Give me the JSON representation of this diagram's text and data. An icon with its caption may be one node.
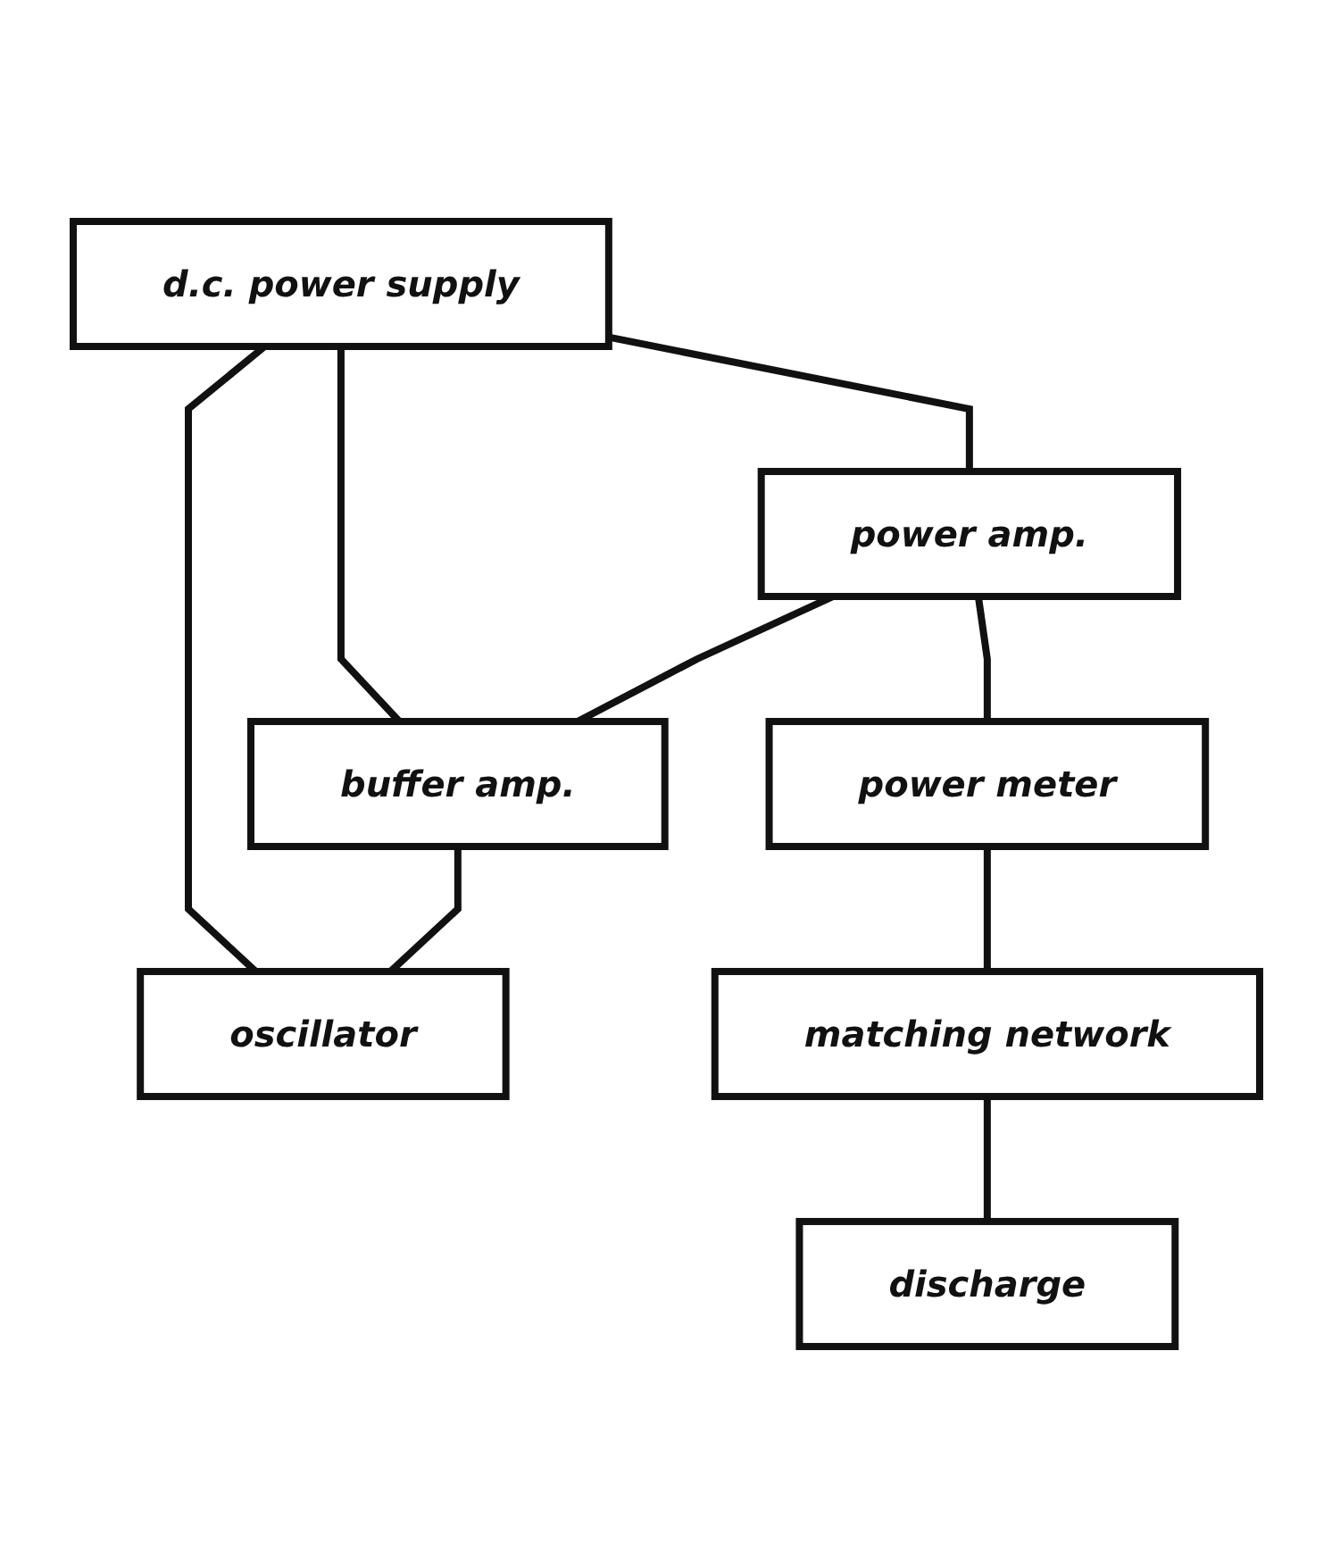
{
  "diagram": {
    "nodes": [
      {
        "text": [
          "d.c. power supply"
        ]
      },
      {
        "text": [
          "power amp."
        ]
      },
      {
        "text": [
          "buffer amp."
        ]
      },
      {
        "text": [
          "oscillator"
        ]
      },
      {
        "text": [
          "power meter"
        ]
      },
      {
        "text": [
          "matching network"
        ]
      },
      {
        "text": [
          "discharge"
        ]
      }
    ],
    "edges": [
      {
        "from": 0,
        "to": 1,
        "arrow": "none"
      },
      {
        "from": 0,
        "to": 2,
        "arrow": "none"
      },
      {
        "from": 0,
        "to": 3,
        "arrow": "none"
      },
      {
        "from": 1,
        "to": 2,
        "arrow": "none"
      },
      {
        "from": 2,
        "to": 3,
        "arrow": "none"
      },
      {
        "from": 1,
        "to": 4,
        "arrow": "none"
      },
      {
        "from": 4,
        "to": 5,
        "arrow": "none"
      },
      {
        "from": 5,
        "to": 6,
        "arrow": "none"
      }
    ]
  }
}
